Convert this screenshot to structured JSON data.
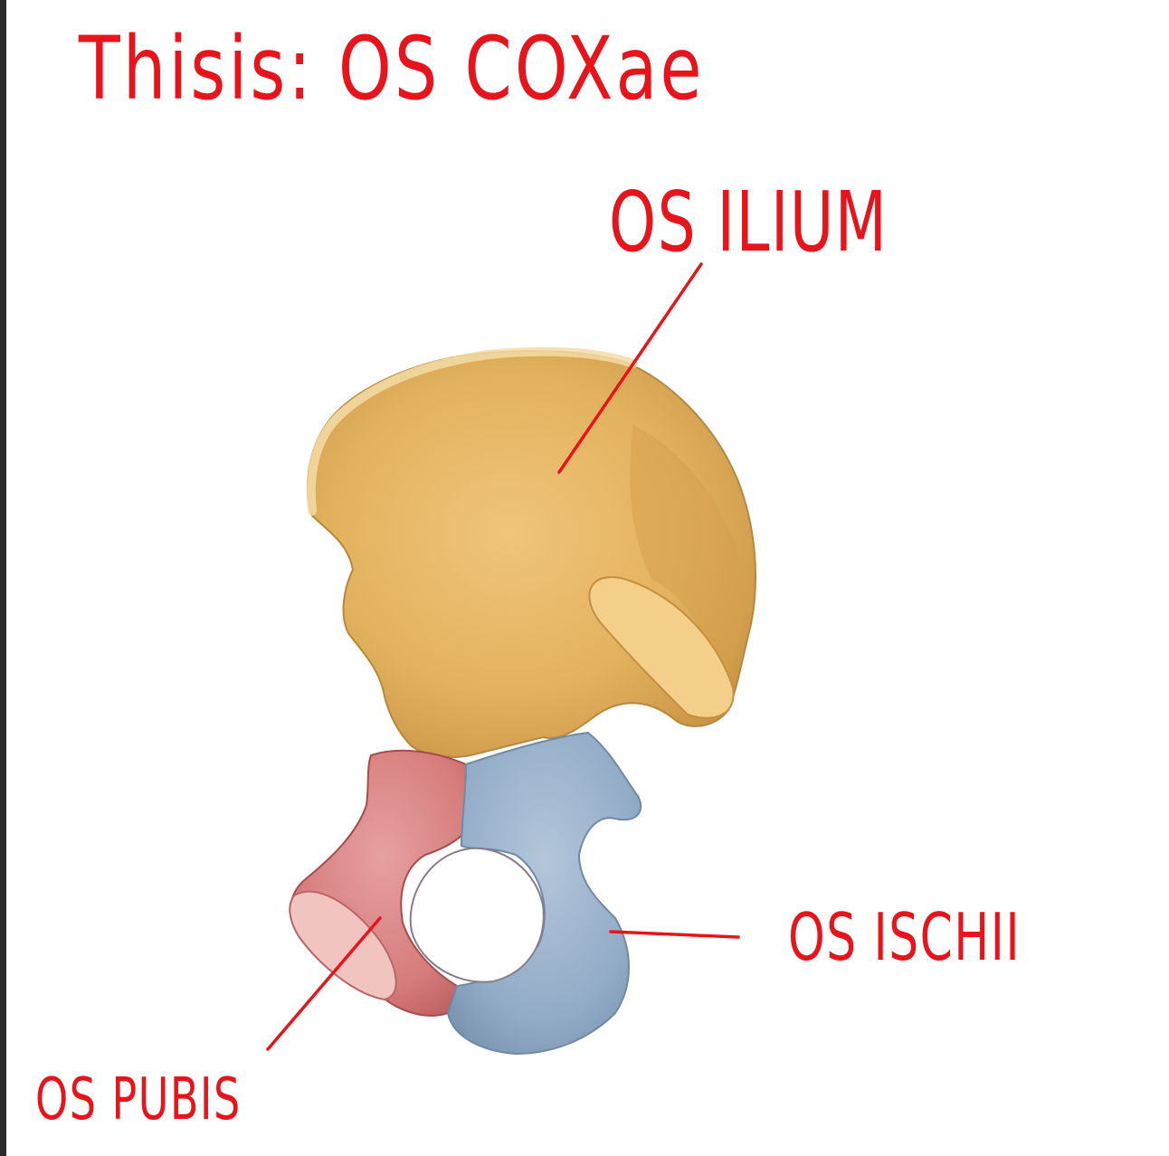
{
  "title": "Thisis: OS COXae",
  "labels": {
    "ilium": "OS ILIUM",
    "ischii": "OS ISCHII",
    "pubis": "OS PUBIS"
  },
  "colors": {
    "annotation": "#e8141b",
    "ilium_bone": "#e2b25e",
    "ischium_bone": "#92abc6",
    "pubis_bone": "#d67c7c"
  }
}
